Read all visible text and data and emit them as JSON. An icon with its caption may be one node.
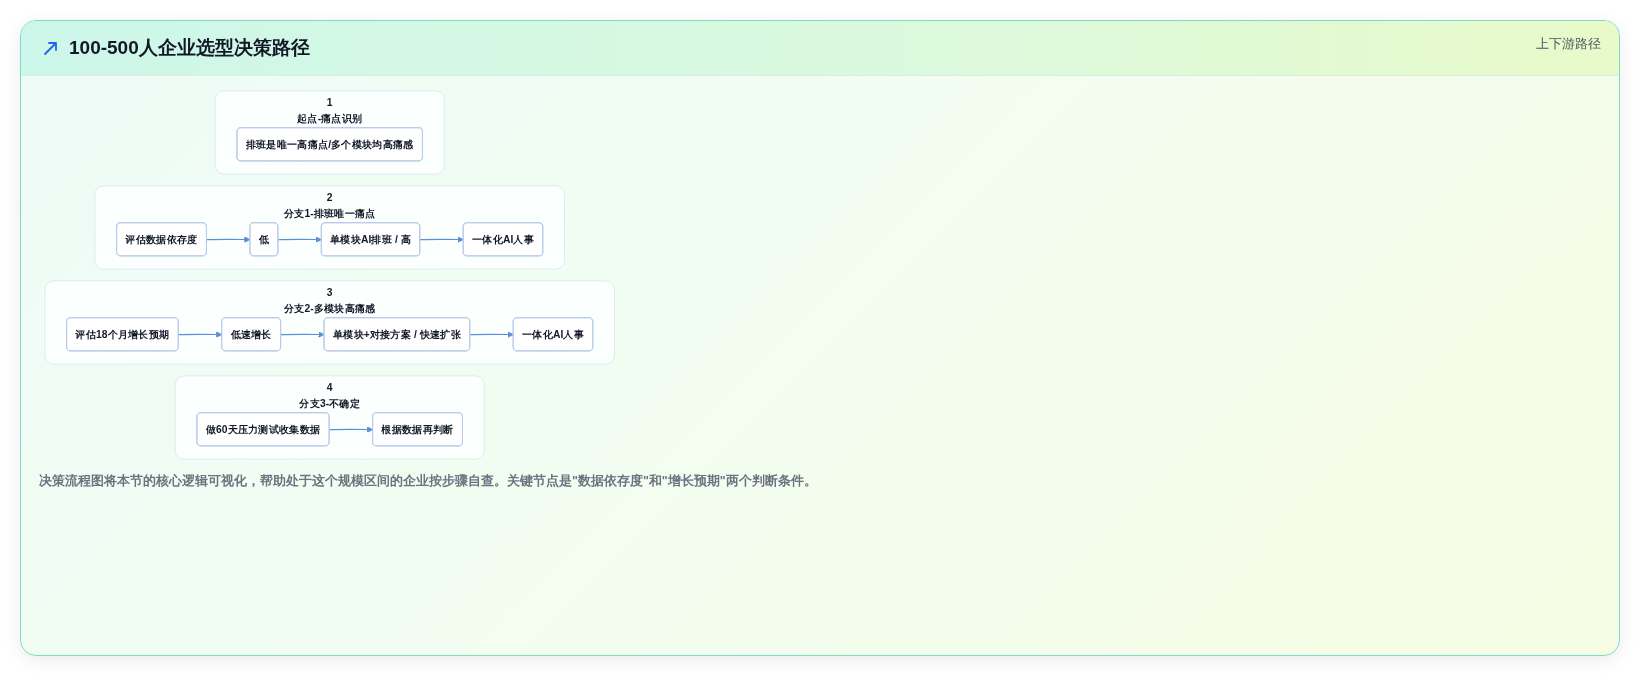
{
  "diagram": {
    "title": "100-500人企业选型决策路径",
    "nodes": [
      {
        "text": [
          "1",
          "起点-痛点识别"
        ]
      },
      {
        "text": [
          "排班是唯一高痛点/多个模块均高痛感"
        ],
        "in": 0
      },
      {
        "text": [
          "2",
          "分支1-排班唯一痛点"
        ]
      },
      {
        "text": [
          "评估数据依存度"
        ],
        "in": 2
      },
      {
        "text": [
          "低"
        ],
        "in": 2
      },
      {
        "text": [
          "单模块AI排班 / 高"
        ],
        "in": 2
      },
      {
        "text": [
          "一体化AI人事"
        ],
        "in": 2
      },
      {
        "text": [
          "3",
          "分支2-多模块高痛感"
        ]
      },
      {
        "text": [
          "评估18个月增长预期"
        ],
        "in": 7
      },
      {
        "text": [
          "低速增长"
        ],
        "in": 7
      },
      {
        "text": [
          "单模块+对接方案 / 快速扩张"
        ],
        "in": 7
      },
      {
        "text": [
          "一体化AI人事"
        ],
        "in": 7
      },
      {
        "text": [
          "4",
          "分支3-不确定"
        ]
      },
      {
        "text": [
          "做60天压力测试收集数据"
        ],
        "in": 12
      },
      {
        "text": [
          "根据数据再判断"
        ],
        "in": 12
      }
    ],
    "edges": [
      {
        "from": 3,
        "to": 4,
        "arrow": "to"
      },
      {
        "from": 4,
        "to": 5,
        "arrow": "to"
      },
      {
        "from": 5,
        "to": 6,
        "arrow": "to"
      },
      {
        "from": 8,
        "to": 9,
        "arrow": "to"
      },
      {
        "from": 9,
        "to": 10,
        "arrow": "to"
      },
      {
        "from": 10,
        "to": 11,
        "arrow": "to"
      },
      {
        "from": 13,
        "to": 14,
        "arrow": "to"
      }
    ],
    "labels": [
      "上下游路径"
    ],
    "caption": "决策流程图将本节的核心逻辑可视化，帮助处于这个规模区间的企业按步骤自查。关键节点是\"数据依存度\"和\"增长预期\"两个判断条件。"
  }
}
